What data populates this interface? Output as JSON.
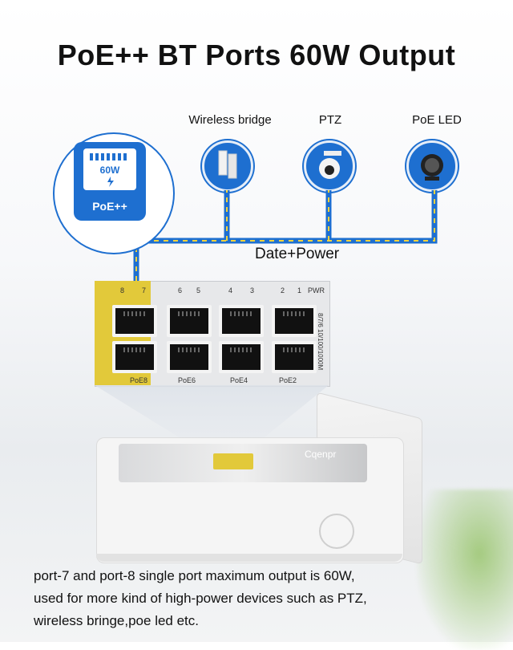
{
  "title": "PoE++ BT Ports 60W Output",
  "devices": [
    {
      "label": "Wireless bridge",
      "icon": "wireless-bridge-icon"
    },
    {
      "label": "PTZ",
      "icon": "ptz-camera-icon"
    },
    {
      "label": "PoE LED",
      "icon": "poe-led-icon"
    }
  ],
  "badge": {
    "watts": "60W",
    "poe": "PoE++"
  },
  "dataline_label": "Date+Power",
  "switch": {
    "top_port_numbers": [
      "8",
      "7",
      "6",
      "5",
      "4",
      "3",
      "2",
      "1"
    ],
    "pwr": "PWR",
    "bottom_labels": [
      "PoE8",
      "PoE6",
      "PoE4",
      "PoE2"
    ],
    "side_text": "8/7/6 10/100/1000M"
  },
  "brand": "Cqenpr",
  "description_lines": [
    "port-7 and port-8 single port maximum output is 60W,",
    "used for more kind of high-power devices such as PTZ,",
    "wireless bringe,poe led etc."
  ],
  "colors": {
    "accent": "#1e6fd0",
    "yellow_zone": "#e2c93a",
    "arrow": "#f2d23c"
  }
}
